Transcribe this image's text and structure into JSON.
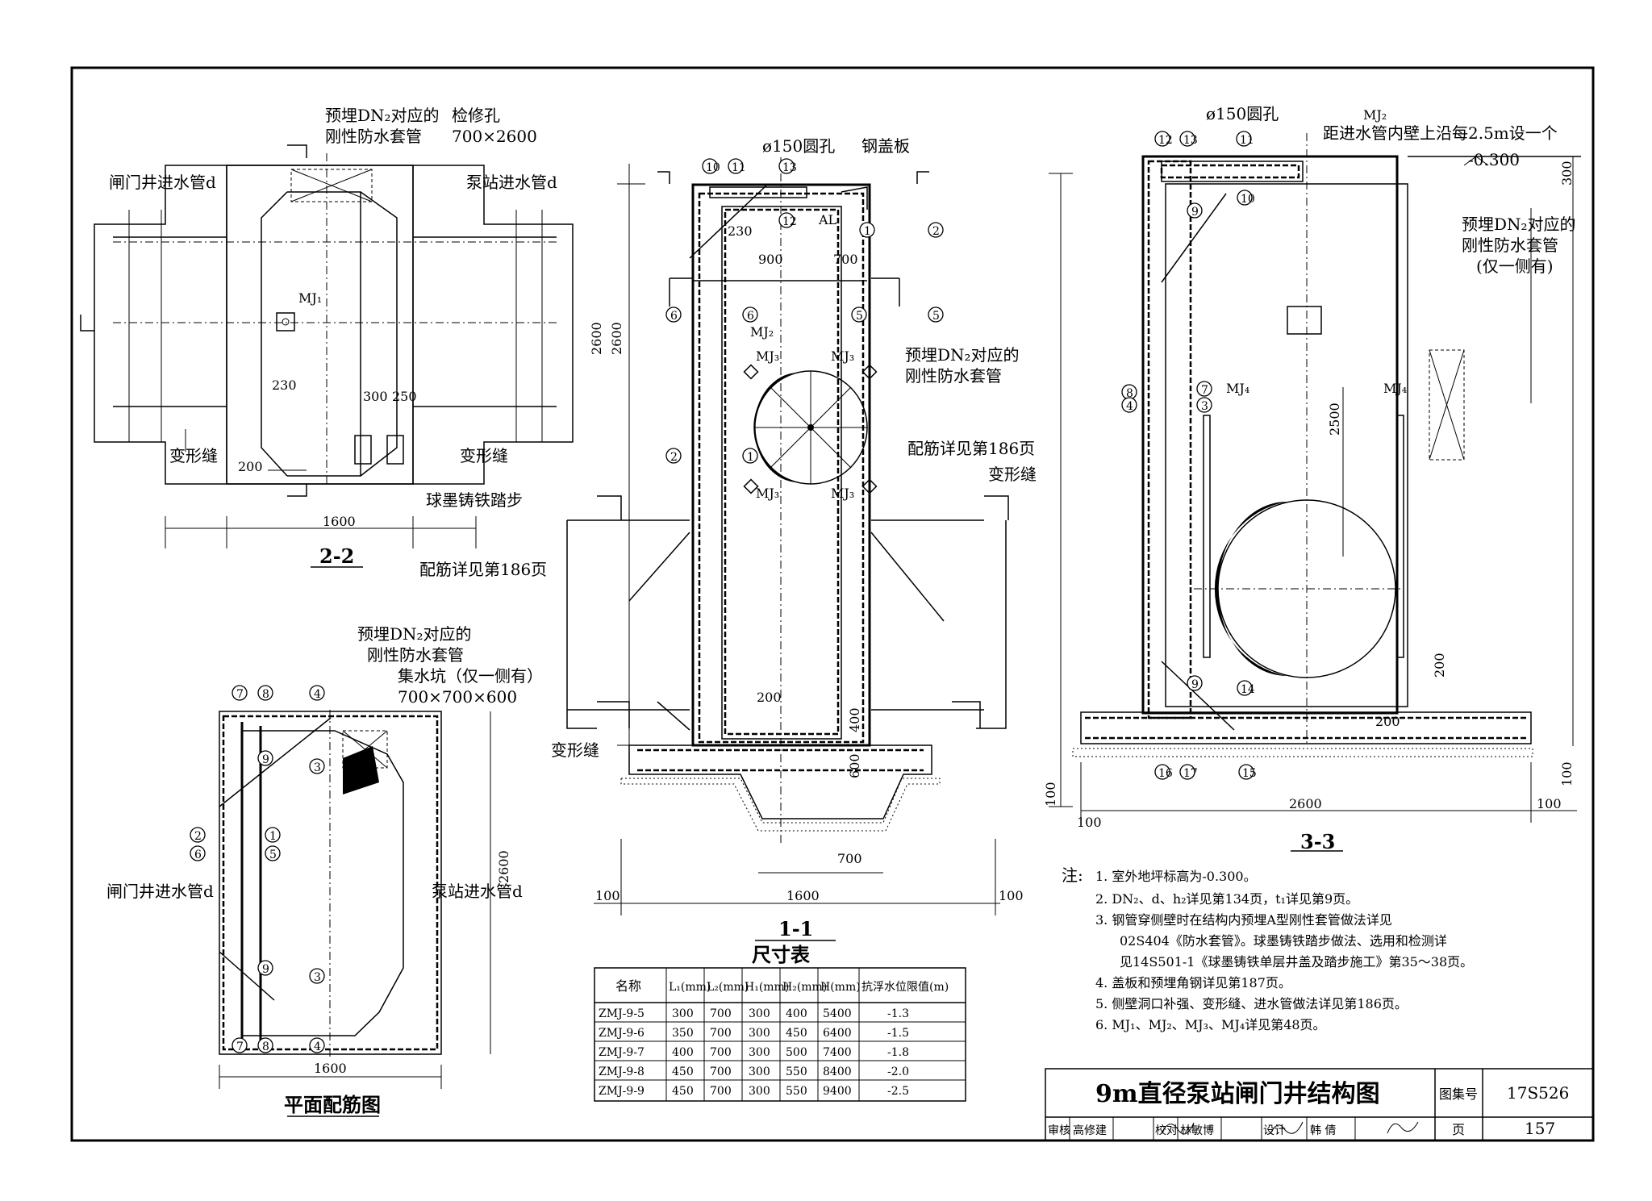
{
  "sheet": {
    "title": "9m直径泵站闸门井结构图",
    "atlas_label": "图集号",
    "atlas_no": "17S526",
    "page_label": "页",
    "page_no": "157"
  },
  "signoff": {
    "review_label": "审核",
    "review_name": "高修建",
    "check_label": "校对",
    "check_name": "林敏博",
    "design_label": "设计",
    "design_name": "韩 倩"
  },
  "views": {
    "v22": "2-2",
    "v11": "1-1",
    "v33": "3-3",
    "plan": "平面配筋图"
  },
  "labels": {
    "sleeve_a": "预埋DN₂对应的",
    "sleeve_b": "刚性防水套管",
    "sleeve_c": "(仅一侧有)",
    "manhole": "检修孔",
    "manhole_size": "700×2600",
    "gate_inlet": "闸门井进水管d",
    "pump_inlet": "泵站进水管d",
    "joint": "变形缝",
    "steps": "球墨铸铁踏步",
    "hole150": "ø150圆孔",
    "steel_cover": "钢盖板",
    "rebar_ref": "配筋详见第186页",
    "sump": "集水坑（仅一侧有）",
    "sump_size": "700×700×600",
    "mj2_note": "距进水管内壁上沿每2.5m设一个",
    "elev": "-0.300",
    "al": "AL",
    "mj1": "MJ₁",
    "mj2": "MJ₂",
    "mj3": "MJ₃",
    "mj4": "MJ₄"
  },
  "dims": {
    "d1600": "1600",
    "d2600": "2600",
    "d230": "230",
    "d200": "200",
    "d300": "300",
    "d250": "250",
    "d900": "900",
    "d700": "700",
    "d100": "100",
    "d400": "400",
    "d600": "600",
    "d2500": "2500"
  },
  "table": {
    "caption": "尺寸表",
    "headers": [
      "名称",
      "L₁(mm)",
      "L₂(mm)",
      "H₁(mm)",
      "H₂(mm)",
      "H(mm)",
      "抗浮水位限值(m)"
    ],
    "rows": [
      [
        "ZMJ-9-5",
        "300",
        "700",
        "300",
        "400",
        "5400",
        "-1.3"
      ],
      [
        "ZMJ-9-6",
        "350",
        "700",
        "300",
        "450",
        "6400",
        "-1.5"
      ],
      [
        "ZMJ-9-7",
        "400",
        "700",
        "300",
        "500",
        "7400",
        "-1.8"
      ],
      [
        "ZMJ-9-8",
        "450",
        "700",
        "300",
        "550",
        "8400",
        "-2.0"
      ],
      [
        "ZMJ-9-9",
        "450",
        "700",
        "300",
        "550",
        "9400",
        "-2.5"
      ]
    ]
  },
  "notes": {
    "label": "注:",
    "lines": [
      "1. 室外地坪标高为-0.300。",
      "2. DN₂、d、h₂详见第134页，t₁详见第9页。",
      "3. 钢管穿侧壁时在结构内预埋A型刚性套管做法详见",
      "02S404《防水套管》。球墨铸铁踏步做法、选用和检测详",
      "见14S501-1《球墨铸铁单层井盖及踏步施工》第35～38页。",
      "4. 盖板和预埋角钢详见第187页。",
      "5. 侧壁洞口补强、变形缝、进水管做法详见第186页。",
      "6. MJ₁、MJ₂、MJ₃、MJ₄详见第48页。"
    ]
  }
}
